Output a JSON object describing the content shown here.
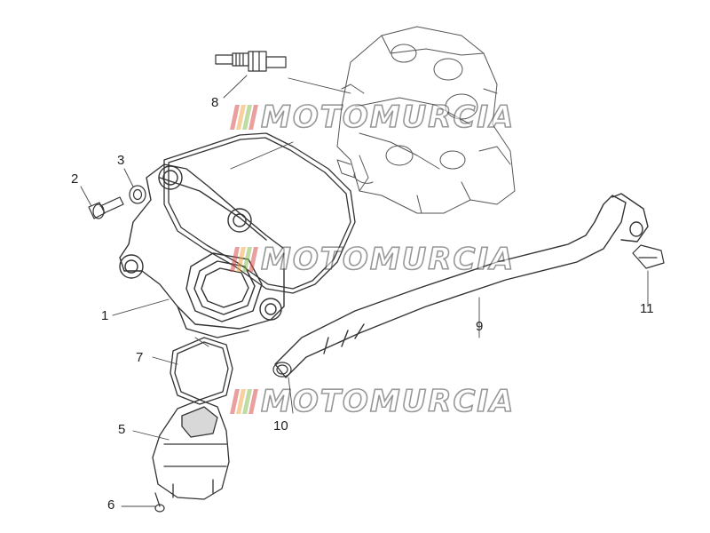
{
  "callouts": {
    "c1": "1",
    "c2": "2",
    "c3": "3",
    "c5": "5",
    "c6": "6",
    "c7": "7",
    "c8": "8",
    "c9": "9",
    "c10": "10",
    "c11": "11"
  },
  "watermark": {
    "text": "MOTOMURCIA",
    "bar_colors": [
      "#d9534f",
      "#f0ad4e",
      "#8fbf5a",
      "#d9534f"
    ]
  },
  "colors": {
    "line": "#333333",
    "shade": "#d8d8d8"
  }
}
